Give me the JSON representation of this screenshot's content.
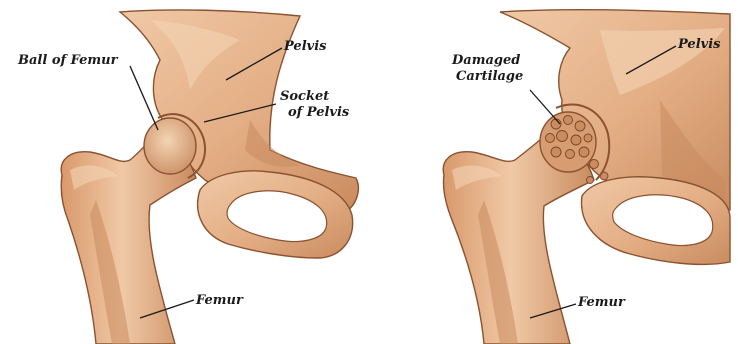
{
  "panels": [
    {
      "id": "healthy",
      "labels": {
        "ball_of_femur": "Ball of Femur",
        "pelvis": "Pelvis",
        "socket_line1": "Socket",
        "socket_line2": "of  Pelvis",
        "femur": "Femur"
      }
    },
    {
      "id": "damaged",
      "labels": {
        "damaged_line1": "Damaged",
        "damaged_line2": "Cartilage",
        "pelvis": "Pelvis",
        "femur": "Femur"
      }
    }
  ],
  "colors": {
    "bone_fill": "#e3ad84",
    "bone_dark": "#b9754b",
    "bone_light": "#f0c9a6",
    "outline": "#8a5230",
    "cartilage": "#d89c72",
    "label": "#1a1a1a"
  }
}
